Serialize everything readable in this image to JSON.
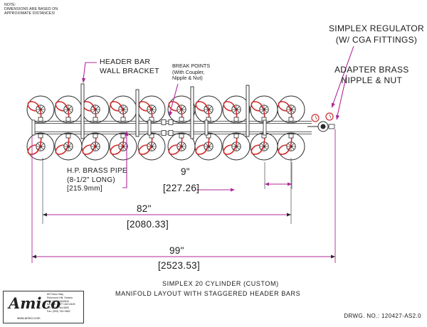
{
  "note": {
    "lines": [
      "NOTE:",
      "DIMENSIONS ARE BASED ON",
      "APPROXIMATE DISTANCES!"
    ]
  },
  "callouts": {
    "simplex_regulator": [
      "SIMPLEX REGULATOR",
      "(W/ CGA FITTINGS)"
    ],
    "header_bar": [
      "HEADER BAR",
      "WALL BRACKET"
    ],
    "break_points": [
      "BREAK POINTS",
      "(With Coupler,",
      "Nipple & Nut)"
    ],
    "adapter": [
      "ADAPTER BRASS",
      "NIPPLE & NUT"
    ],
    "pipe": [
      "H.P. BRASS PIPE",
      "(8-1/2\" LONG)",
      "[215.9mm]"
    ]
  },
  "dimensions": {
    "spacing": {
      "imperial": "9\"",
      "metric": "[227.26]"
    },
    "span_82": {
      "imperial": "82\"",
      "metric": "[2080.33]"
    },
    "span_99": {
      "imperial": "99\"",
      "metric": "[2523.53]"
    }
  },
  "title": {
    "line1": "SIMPLEX 20 CYLINDER (CUSTOM)",
    "line2": "MANIFOLD LAYOUT WITH STAGGERED HEADER BARS"
  },
  "logo": {
    "brand": "Amico",
    "address_lines": [
      "85 Fulton Way",
      "Richmond Hill, Ontario",
      "L4B 2N4, CANADA",
      "toll-free: 1-877-462-6426",
      "Tel: (905) 764-0800",
      "Fax: (905) 764-0862"
    ],
    "website": "www.amico.com"
  },
  "drawing_number": "DRWG. NO.: 120427-AS2.0",
  "colors": {
    "line": "#2a2a2a",
    "callout": "#b0279a",
    "hose": "#d42a2a"
  },
  "diagram": {
    "cylinders_per_row": 10,
    "rows": 2,
    "wall_brackets": 4,
    "regulator_gauges": 2
  }
}
